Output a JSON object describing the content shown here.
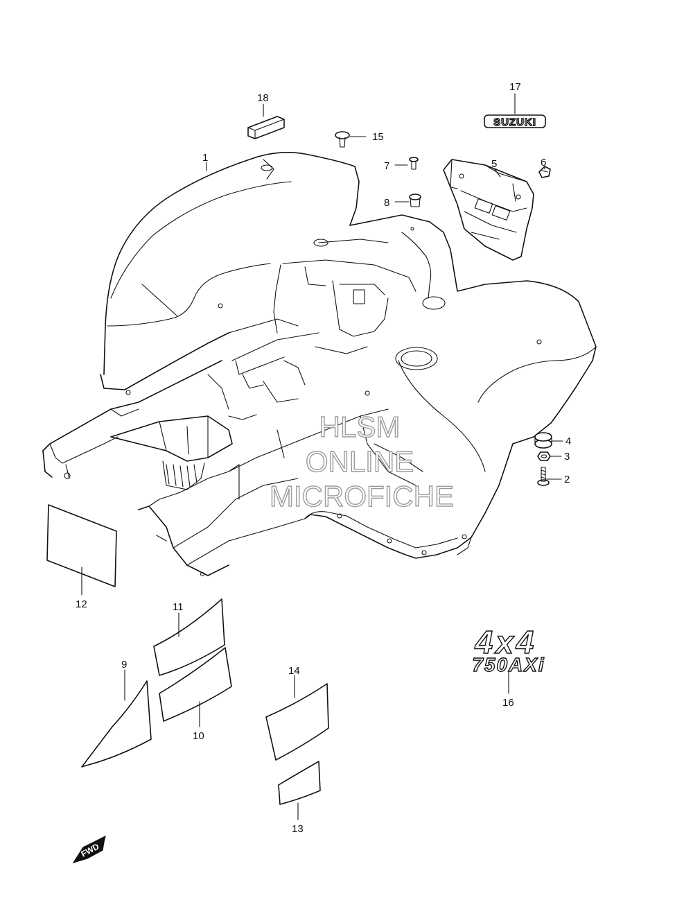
{
  "callouts": [
    {
      "id": "c1",
      "label": "1"
    },
    {
      "id": "c2",
      "label": "2"
    },
    {
      "id": "c3",
      "label": "3"
    },
    {
      "id": "c4",
      "label": "4"
    },
    {
      "id": "c5",
      "label": "5"
    },
    {
      "id": "c6",
      "label": "6"
    },
    {
      "id": "c7",
      "label": "7"
    },
    {
      "id": "c8",
      "label": "8"
    },
    {
      "id": "c9",
      "label": "9"
    },
    {
      "id": "c10",
      "label": "10"
    },
    {
      "id": "c11",
      "label": "11"
    },
    {
      "id": "c12",
      "label": "12"
    },
    {
      "id": "c13",
      "label": "13"
    },
    {
      "id": "c14",
      "label": "14"
    },
    {
      "id": "c15",
      "label": "15"
    },
    {
      "id": "c16",
      "label": "16"
    },
    {
      "id": "c17",
      "label": "17"
    },
    {
      "id": "c18",
      "label": "18"
    }
  ],
  "watermark": {
    "line1": "HLSM",
    "line2": "ONLINE",
    "line3": "MICROFICHE"
  },
  "emblem_text": "SUZUKI",
  "decal_4x4": {
    "top": "4x4",
    "bottom": "750AXi"
  },
  "fwd_label": "FWD",
  "colors": {
    "ink": "#111111",
    "watermark": "#9a9a9a",
    "background": "#ffffff"
  }
}
